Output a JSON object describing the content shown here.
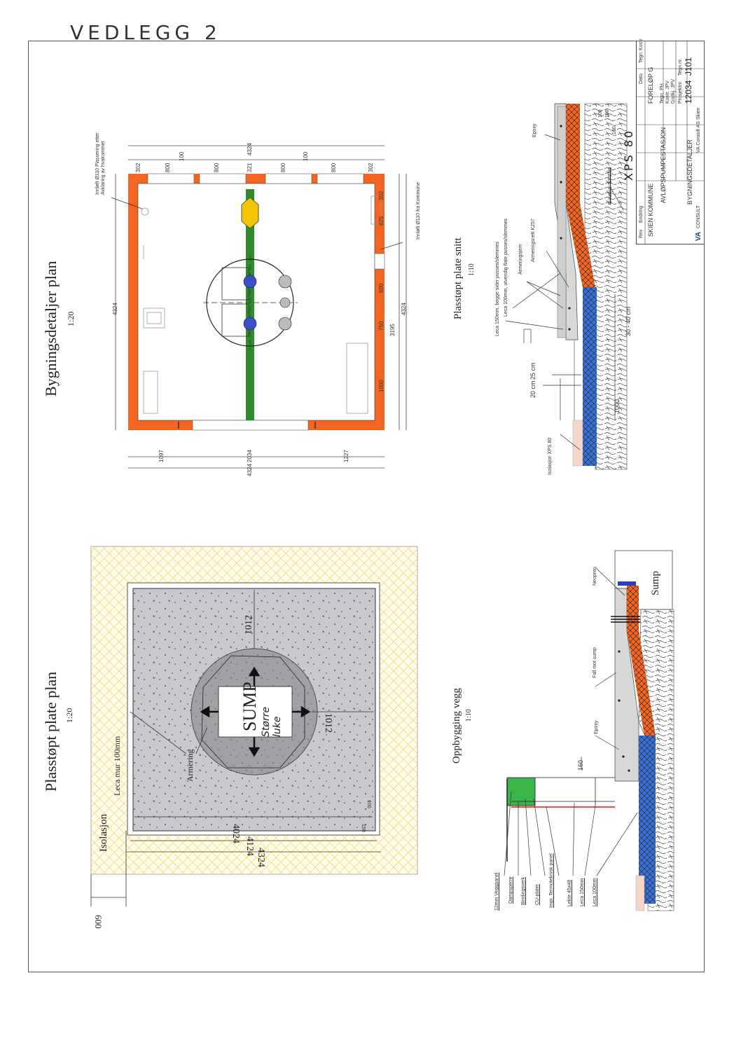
{
  "header": {
    "handwritten_title": "VEDLEGG 2"
  },
  "building_plan": {
    "title": "Bygningsdetaljer plan",
    "scale": "1:20",
    "dims": {
      "top_total": "4324",
      "top_segments": [
        "302",
        "800",
        "800",
        "321",
        "800",
        "800",
        "302"
      ],
      "top_sub": [
        "100",
        "100"
      ],
      "bottom_segments": [
        "1097",
        "2034",
        "1227"
      ],
      "bottom_total": "4324",
      "right_segments": [
        "1000",
        "750",
        "600",
        "825",
        "302"
      ],
      "right_mid": "3195",
      "right_total": "4324",
      "left_total": "4324"
    },
    "notes": {
      "note_top": "Innløft Ø110 Plassering etter Avklaring av hvalrommet",
      "note_right": "Innløft Ø110 fra Kommune"
    }
  },
  "slab_section": {
    "title": "Plasstøpt plate snitt",
    "scale": "1:10",
    "labels": {
      "leca150": "Leca 150mm, begge sider pusses/slemmes",
      "leca100": "Leca 100mm, utvendig flate pusses/slemmes",
      "armeringsjern": "Armeringsjern",
      "armeringsnett": "Armeringsnett K257",
      "epoxy": "Epoxy",
      "isolasjon_xps": "Isolasjon XPS 80",
      "isolasjon_xps_struck": "Isolasjon EPS 80",
      "xps_hand": "XPS 80",
      "dim_25": "25 cm",
      "dim_20": "20 cm",
      "dim_3040": "30 - 40 cm",
      "dim_1000": "1000",
      "dim_100a": "100",
      "dim_100b": "100",
      "dim_100c": "100"
    }
  },
  "title_block": {
    "rev_label": "Rev",
    "revision_label": "Endring",
    "date_label": "Dato",
    "tegn_label": "Tegn",
    "kontr_label": "Kontr",
    "client": "SKIEN KOMMUNE",
    "project": "AVLØPSPUMPESTASJON",
    "drawing_title": "BYGNINGSDETALJER",
    "status": "FORELØP G",
    "company": "CONSULT",
    "company_logo": "VA",
    "project_no": "12034",
    "drawing_no": "J101",
    "company_address": "VA Consult AS Skien",
    "meta_1": "Tegn. PH",
    "meta_2": "Kontr. JPV",
    "meta_3": "Godkj. JPV",
    "meta_4": "Prosjektnr.",
    "meta_5": "Tegn.nr."
  },
  "plate_plan": {
    "title": "Plasstøpt plate plan",
    "scale": "1:20",
    "labels": {
      "isolasjon": "Isolasjon",
      "leca_mur": "Leca mur 100mm",
      "armering": "Armering",
      "sump": "SUMP",
      "sump_hand": "Større luke",
      "dim_4024": "4024",
      "dim_4124": "4124",
      "dim_4324": "4324",
      "dim_600": "600",
      "dim_1012a": "1012",
      "dim_1012b": "1012",
      "dim_100": "100",
      "dim_150": "150"
    }
  },
  "wall_section": {
    "title": "Oppbygging vegg",
    "scale": "1:10",
    "labels": {
      "neopren": "Neopren",
      "sump": "Sump",
      "fall": "Fall mot sump",
      "epoxy": "Epoxy",
      "dim_160": "160",
      "layers": [
        "12mm Veggpanel",
        "Dampsperre",
        "Bindingsverk",
        "CU-plater",
        "Impr. Termoteknisk panel",
        "Lekte 45x48",
        "Leca 150mm",
        "Leca 100mm"
      ]
    }
  }
}
